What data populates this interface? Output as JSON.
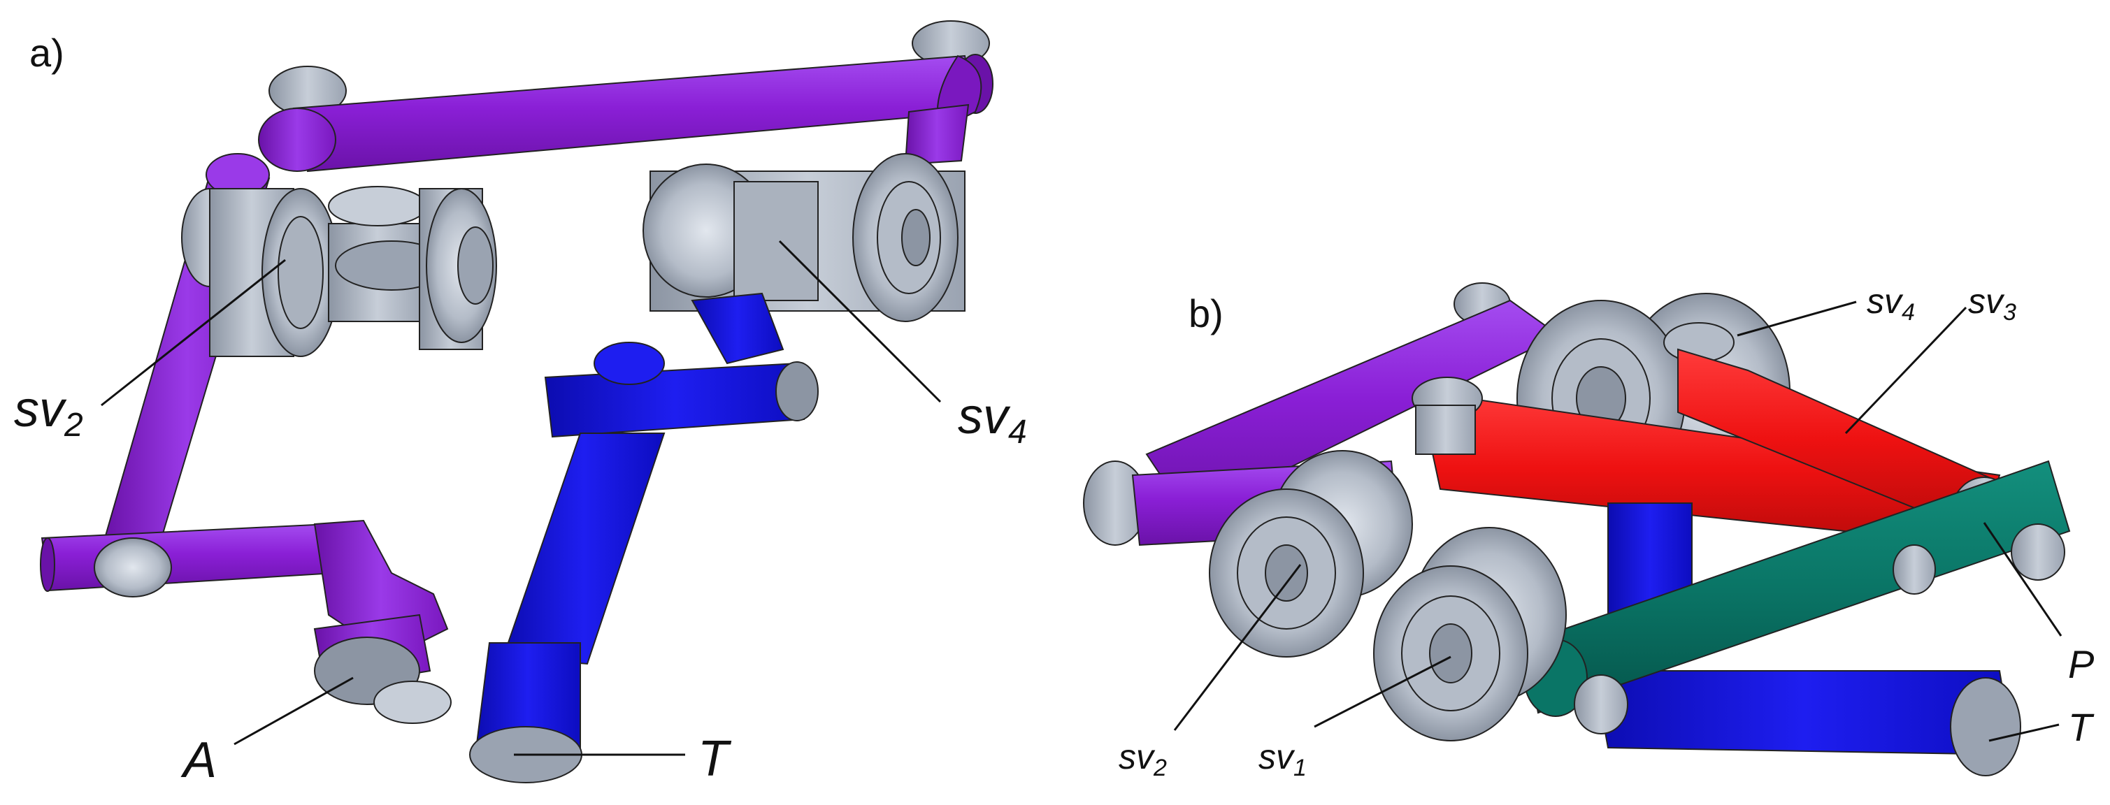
{
  "panels": [
    {
      "id": "a",
      "label": "a)"
    },
    {
      "id": "b",
      "label": "b)"
    }
  ],
  "labels_a": {
    "sv2": {
      "main": "sv",
      "sub": "2"
    },
    "sv4": {
      "main": "sv",
      "sub": "4"
    },
    "A": "A",
    "T": "T"
  },
  "labels_b": {
    "sv4": {
      "main": "sv",
      "sub": "4"
    },
    "sv3": {
      "main": "sv",
      "sub": "3"
    },
    "sv2": {
      "main": "sv",
      "sub": "2"
    },
    "sv1": {
      "main": "sv",
      "sub": "1"
    },
    "P": "P",
    "T": "T"
  },
  "colors": {
    "purple": "#8a1fd6",
    "blue": "#1515e0",
    "red": "#ee1111",
    "teal": "#0a7566",
    "grey": "#a6aebb",
    "edge": "#222222"
  }
}
